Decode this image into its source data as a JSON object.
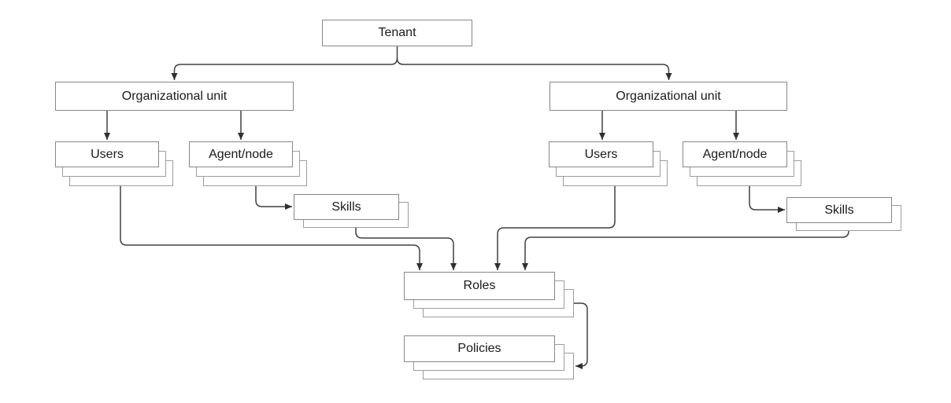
{
  "diagram": {
    "title": "Tenant organizational hierarchy diagram",
    "colors": {
      "background": "#ffffff",
      "connector": "#404040",
      "arrowhead": "#2f2f2f",
      "box_border": "#878787",
      "stack_border": "#9d9d9d",
      "box_fill": "#ffffff",
      "text": "#1a1a1a"
    },
    "nodes": {
      "tenant": {
        "label": "Tenant",
        "stack": 1
      },
      "ou_left": {
        "label": "Organizational unit",
        "stack": 1
      },
      "ou_right": {
        "label": "Organizational unit",
        "stack": 1
      },
      "users_left": {
        "label": "Users",
        "stack": 3
      },
      "agent_left": {
        "label": "Agent/node",
        "stack": 3
      },
      "skills_left": {
        "label": "Skills",
        "stack": 2
      },
      "users_right": {
        "label": "Users",
        "stack": 3
      },
      "agent_right": {
        "label": "Agent/node",
        "stack": 3
      },
      "skills_right": {
        "label": "Skills",
        "stack": 2
      },
      "roles": {
        "label": "Roles",
        "stack": 3
      },
      "policies": {
        "label": "Policies",
        "stack": 3
      }
    },
    "edges": [
      {
        "from": "tenant",
        "to": "ou_left"
      },
      {
        "from": "tenant",
        "to": "ou_right"
      },
      {
        "from": "ou_left",
        "to": "users_left"
      },
      {
        "from": "ou_left",
        "to": "agent_left"
      },
      {
        "from": "agent_left",
        "to": "skills_left"
      },
      {
        "from": "ou_right",
        "to": "users_right"
      },
      {
        "from": "ou_right",
        "to": "agent_right"
      },
      {
        "from": "agent_right",
        "to": "skills_right"
      },
      {
        "from": "users_left",
        "to": "roles"
      },
      {
        "from": "skills_left",
        "to": "roles"
      },
      {
        "from": "users_right",
        "to": "roles"
      },
      {
        "from": "skills_right",
        "to": "roles"
      },
      {
        "from": "roles",
        "to": "policies"
      }
    ]
  }
}
